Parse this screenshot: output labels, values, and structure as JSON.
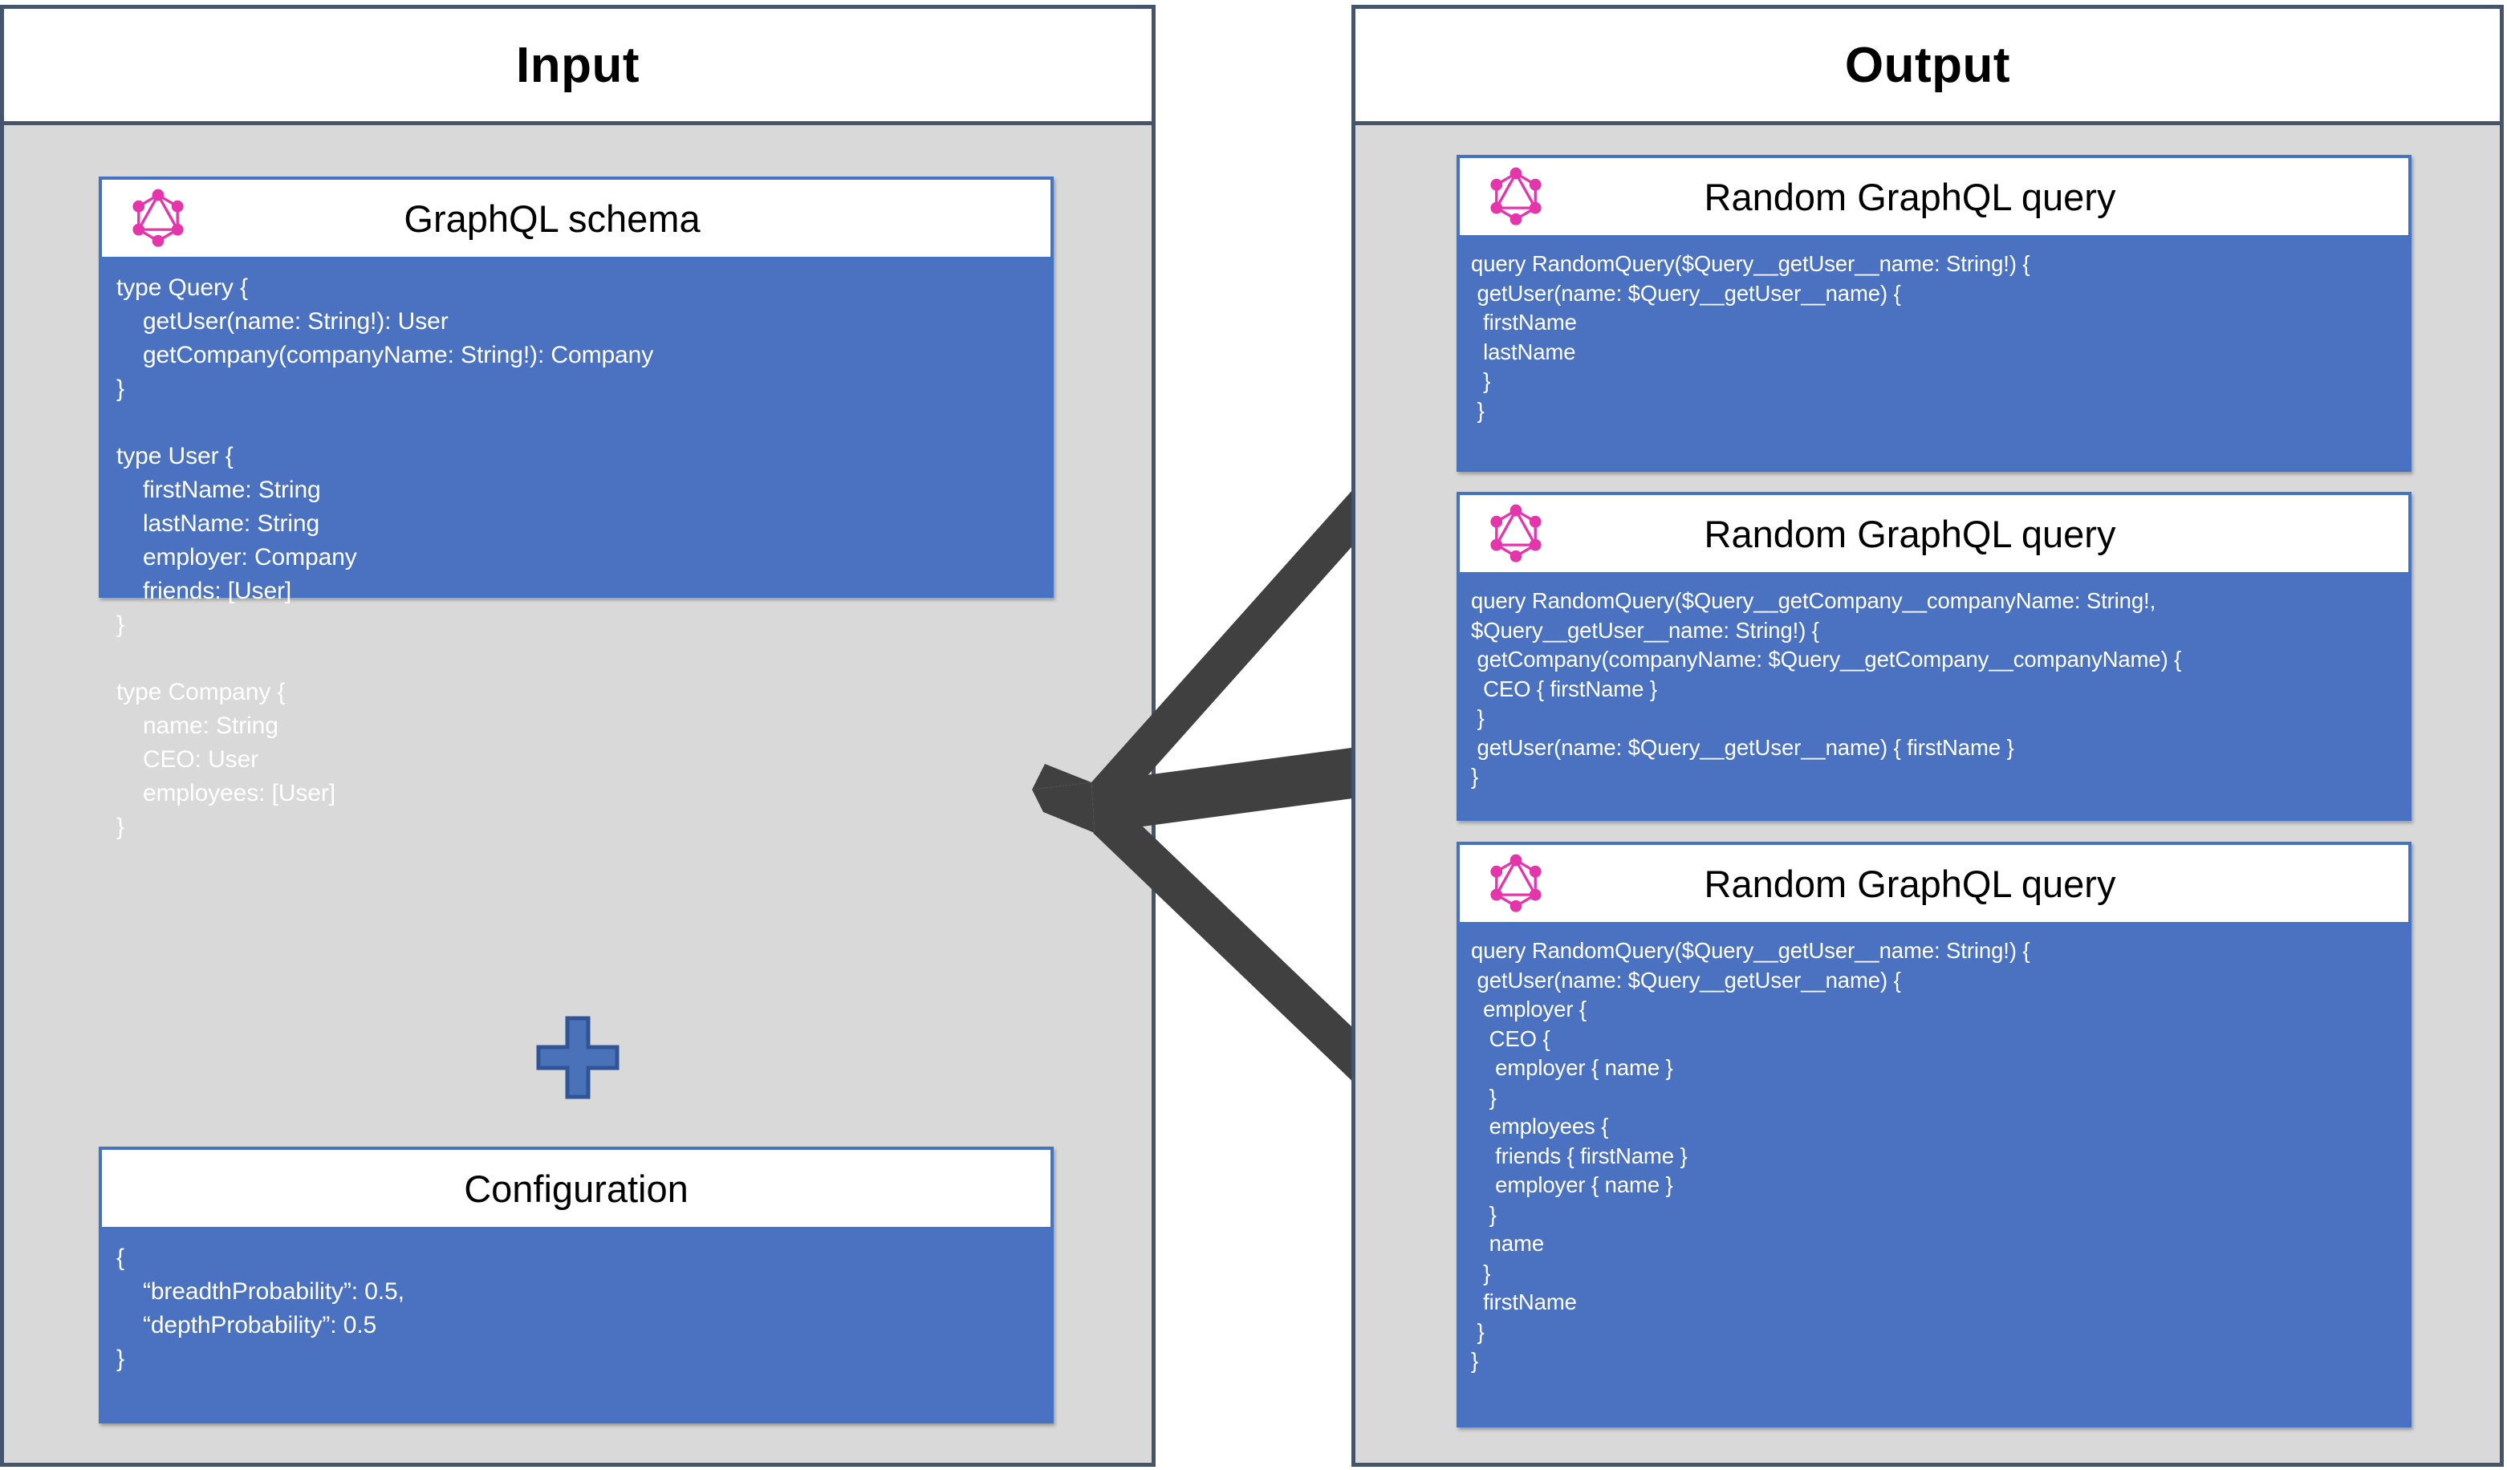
{
  "panels": {
    "input": {
      "title": "Input"
    },
    "output": {
      "title": "Output"
    }
  },
  "input_cards": {
    "schema": {
      "title": "GraphQL schema",
      "icon": "graphql-logo-icon",
      "code": "type Query {\n    getUser(name: String!): User\n    getCompany(companyName: String!): Company\n}\n\ntype User {\n    firstName: String\n    lastName: String\n    employer: Company\n    friends: [User]\n}\n\ntype Company {\n    name: String\n    CEO: User\n    employees: [User]\n}"
    },
    "plus": {
      "symbol": "plus-icon"
    },
    "configuration": {
      "title": "Configuration",
      "code": "{\n    “breadthProbability”: 0.5,\n    “depthProbability”: 0.5\n}"
    }
  },
  "output_cards": [
    {
      "title": "Random GraphQL query",
      "icon": "graphql-logo-icon",
      "code": "query RandomQuery($Query__getUser__name: String!) {\n getUser(name: $Query__getUser__name) {\n  firstName\n  lastName\n  }\n }"
    },
    {
      "title": "Random GraphQL query",
      "icon": "graphql-logo-icon",
      "code": "query RandomQuery($Query__getCompany__companyName: String!,\n$Query__getUser__name: String!) {\n getCompany(companyName: $Query__getCompany__companyName) {\n  CEO { firstName }\n }\n getUser(name: $Query__getUser__name) { firstName }\n}"
    },
    {
      "title": "Random GraphQL query",
      "icon": "graphql-logo-icon",
      "code": "query RandomQuery($Query__getUser__name: String!) {\n getUser(name: $Query__getUser__name) {\n  employer {\n   CEO {\n    employer { name }\n   }\n   employees {\n    friends { firstName }\n    employer { name }\n   }\n   name\n  }\n  firstName\n }\n}"
    }
  ],
  "arrows": {
    "count": 3,
    "color": "#404040",
    "description": "fan-arrow-from-input-to-three-outputs"
  },
  "colors": {
    "panel_border": "#44546a",
    "panel_body": "#d9d9d9",
    "card_border": "#4472c4",
    "code_background": "#4a72c0",
    "code_text": "#ffffff",
    "graphql_pink": "#e535ab",
    "arrow": "#404040",
    "plus_fill": "#4a72b8",
    "plus_stroke": "#2f5597"
  }
}
